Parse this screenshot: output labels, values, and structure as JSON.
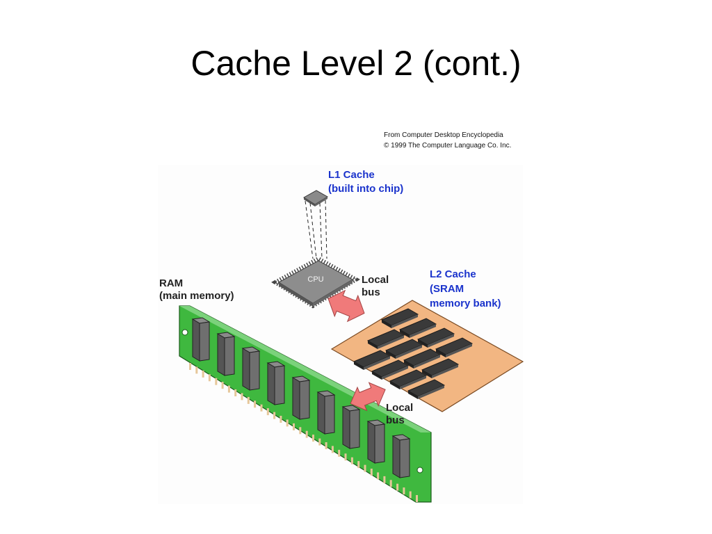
{
  "slide": {
    "title": "Cache Level 2 (cont.)"
  },
  "credit": {
    "line1": "From Computer Desktop Encyclopedia",
    "line2": "© 1999 The Computer Language Co. Inc."
  },
  "diagram": {
    "l1": {
      "line1": "L1 Cache",
      "line2": "(built into chip)"
    },
    "cpu_label": "CPU",
    "local_bus_top": {
      "line1": "Local",
      "line2": "bus"
    },
    "l2": {
      "line1": "L2 Cache",
      "line2": "(SRAM",
      "line3": "memory bank)"
    },
    "ram": {
      "line1": "RAM",
      "line2": "(main memory)"
    },
    "local_bus_bottom": {
      "line1": "Local",
      "line2": "bus"
    }
  },
  "colors": {
    "label_blue": "#1a33cc",
    "label_dark": "#222222",
    "ram_board": "#3fb83f",
    "sram_board": "#f2b682",
    "chip": "#6f6f6f",
    "arrow": "#f07a7a"
  }
}
